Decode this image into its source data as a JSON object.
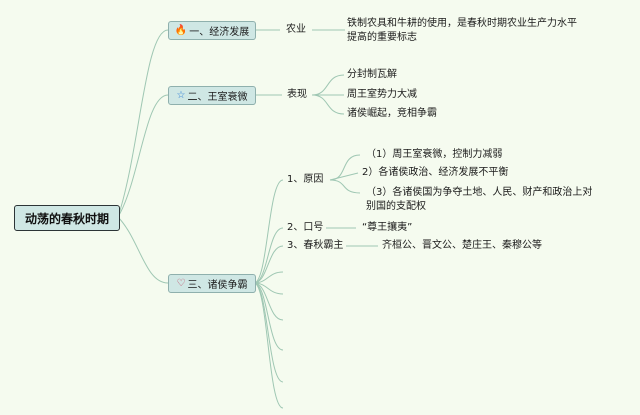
{
  "root": {
    "label": "动荡的春秋时期"
  },
  "branches": [
    {
      "label": "一、经济发展",
      "icon": "fire-icon",
      "sub": {
        "label": "农业",
        "leaves": [
          "铁制农具和牛耕的使用，是春秋时期农业生产力水平提高的重要标志"
        ]
      }
    },
    {
      "label": "二、王室衰微",
      "icon": "star-icon",
      "sub": {
        "label": "表现",
        "leaves": [
          "分封制瓦解",
          "周王室势力大减",
          "诸侯崛起，竞相争霸"
        ]
      }
    },
    {
      "label": "三、诸侯争霸",
      "icon": "heart-icon",
      "subs": [
        {
          "label": "1、原因",
          "leaves": [
            "（1）周王室衰微，控制力减弱",
            "2）各诸侯政治、经济发展不平衡",
            "（3）各诸侯国为争夺土地、人民、财产和政治上对别国的支配权"
          ]
        },
        {
          "label": "2、口号",
          "leaves": [
            "“尊王攘夷”"
          ]
        },
        {
          "label": "3、春秋霸主",
          "leaves": [
            "齐桓公、晋文公、楚庄王、秦穆公等"
          ]
        }
      ]
    }
  ],
  "colors": {
    "background": "#f5fbef",
    "node_fill": "#cfe7e4",
    "link": "#9fc7b3"
  }
}
